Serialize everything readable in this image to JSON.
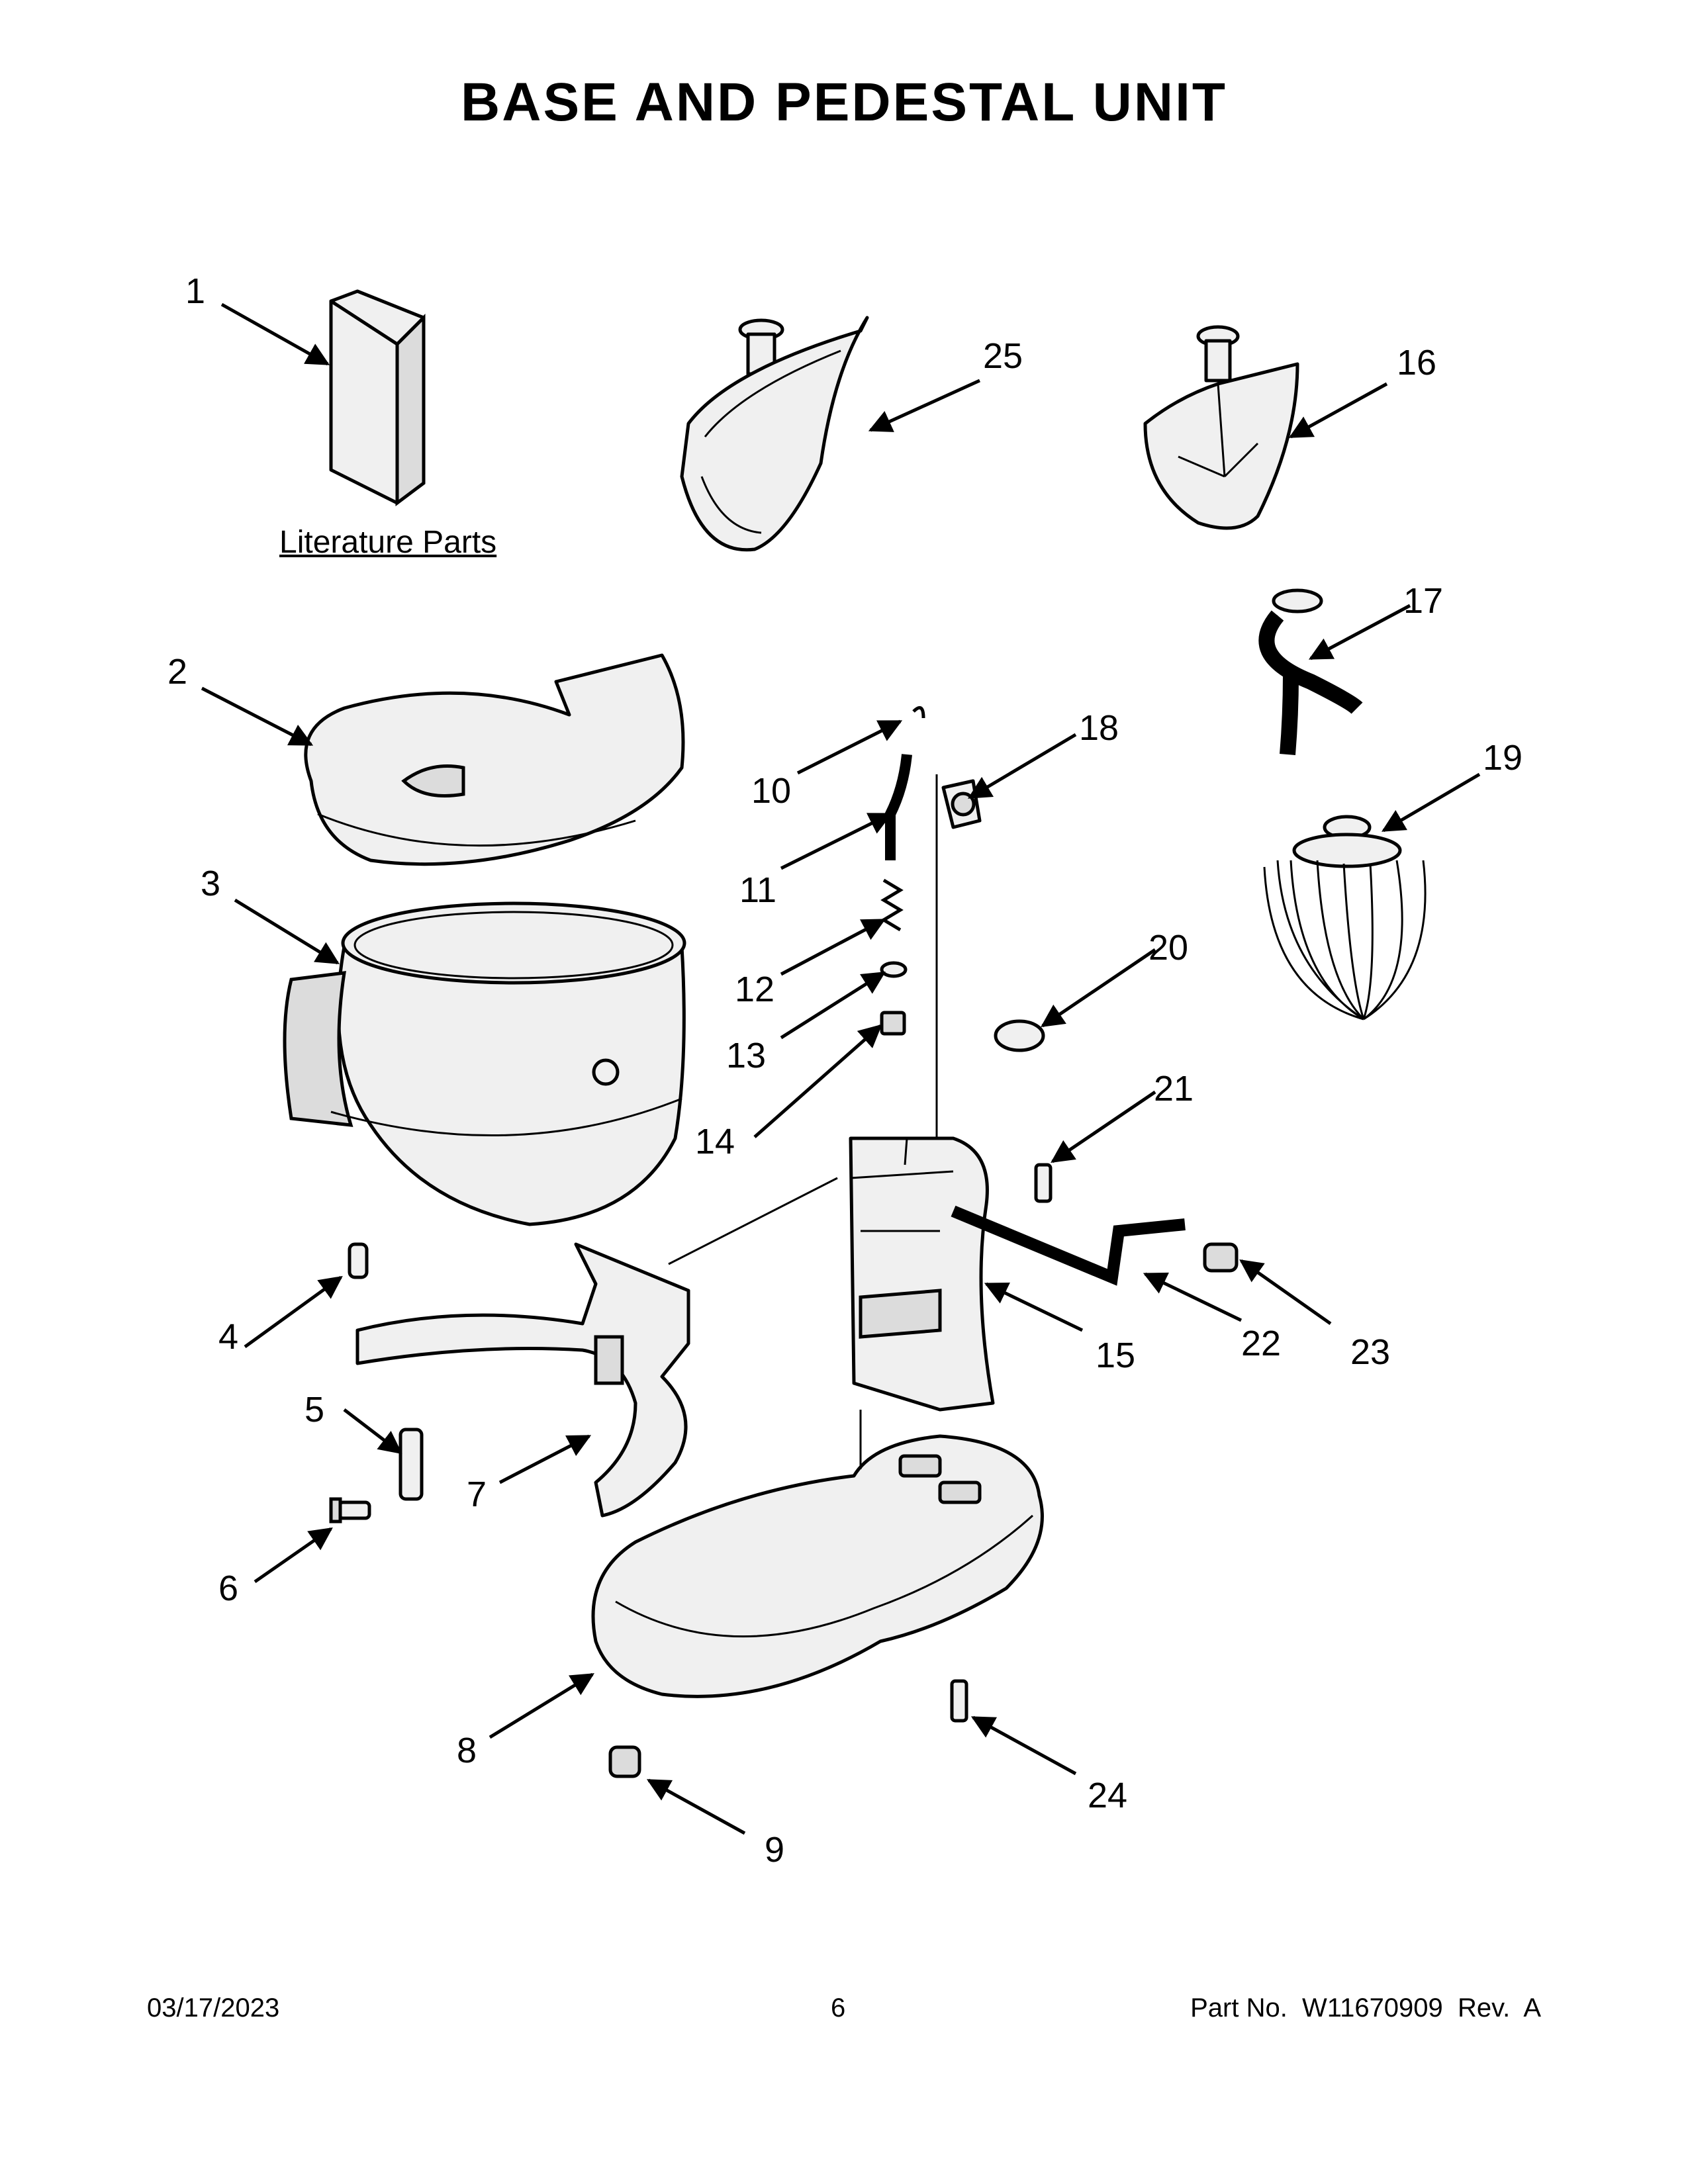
{
  "title": "BASE AND PEDESTAL UNIT",
  "literature_label": "Literature Parts",
  "callouts": [
    "1",
    "2",
    "3",
    "4",
    "5",
    "6",
    "7",
    "8",
    "9",
    "10",
    "11",
    "12",
    "13",
    "14",
    "15",
    "16",
    "17",
    "18",
    "19",
    "20",
    "21",
    "22",
    "23",
    "24",
    "25"
  ],
  "footer": {
    "date": "03/17/2023",
    "page": "6",
    "part": "Part No.  W11670909  Rev.  A"
  }
}
